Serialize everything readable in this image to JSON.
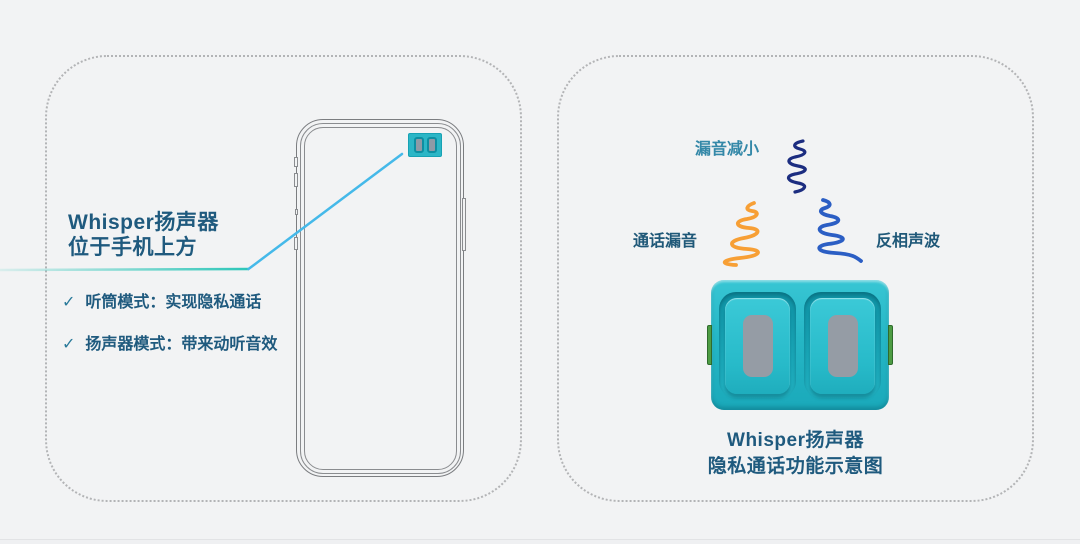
{
  "colors": {
    "background": "#f2f3f4",
    "panel_border": "#b3b4b6",
    "heading_text": "#1f5a7e",
    "label_top_text": "#3488a8",
    "label_side_text": "#1f5878",
    "accent_cyan": "#45b9e9",
    "accent_teal": "#2cc6b8",
    "wave_navy": "#1c2d80",
    "wave_orange": "#f79f35",
    "wave_blue": "#2b5ec4",
    "speaker_teal": "#25b6c5",
    "speaker_slot_gray": "#959ca5",
    "checkmark": "#2a7a9a"
  },
  "left_panel": {
    "heading_line1": "Whisper扬声器",
    "heading_line2": "位于手机上方",
    "bullets": [
      {
        "check": "✓",
        "text": "听筒模式：实现隐私通话"
      },
      {
        "check": "✓",
        "text": "扬声器模式：带来动听音效"
      }
    ]
  },
  "right_panel": {
    "label_top": "漏音减小",
    "label_left": "通话漏音",
    "label_right": "反相声波",
    "caption_line1": "Whisper扬声器",
    "caption_line2": "隐私通话功能示意图"
  }
}
